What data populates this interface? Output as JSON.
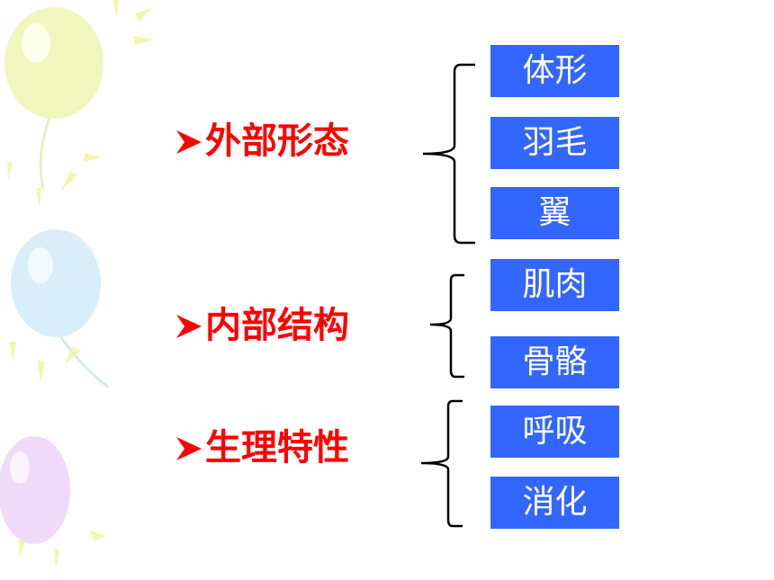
{
  "groups": [
    {
      "heading": "外部形态",
      "items": [
        "体形",
        "羽毛",
        "翼"
      ]
    },
    {
      "heading": "内部结构",
      "items": [
        "肌肉",
        "骨骼"
      ]
    },
    {
      "heading": "生理特性",
      "items": [
        "呼吸",
        "消化"
      ]
    }
  ],
  "colors": {
    "heading": "#ff0000",
    "box": "#3366ff",
    "box_text": "#ffffff",
    "brace": "#000000"
  },
  "decoration": {
    "icon": "balloon-sun-background"
  }
}
